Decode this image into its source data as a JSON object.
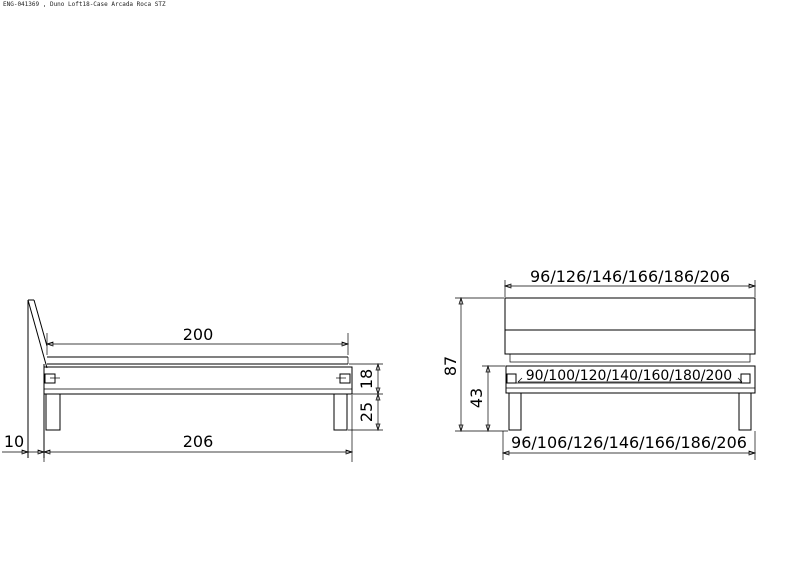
{
  "header": {
    "reference": "ENG-041369 , Duno Loft18-Case Arcada Roca STZ"
  },
  "side_view": {
    "inner_length": "200",
    "outer_length": "206",
    "headboard_offset": "10",
    "frame_height": "18",
    "leg_height": "25"
  },
  "front_view": {
    "mattress_widths": "96/126/146/166/186/206",
    "inner_widths": "90/100/120/140/160/180/200",
    "outer_widths": "96/106/126/146/166/186/206",
    "total_height": "87",
    "frame_top_height": "43"
  }
}
